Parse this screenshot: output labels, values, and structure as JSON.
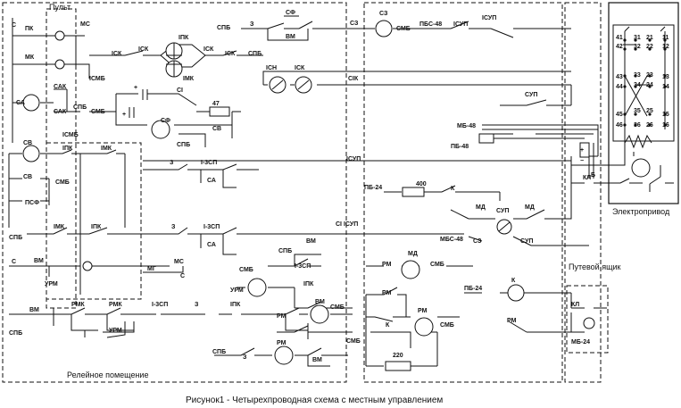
{
  "diagram": {
    "caption": "Рисунок1 - Четырехпроводная схема с местным управлением",
    "regions": {
      "console": "Пульт",
      "relay_room": "Релейное помещение",
      "track_box": "Путевой ящик",
      "drive": "Электропривод"
    },
    "labels": {
      "s1": "С",
      "pk1": "ПК",
      "ms1": "МС",
      "mk1": "МК",
      "smb1": "СМБ",
      "isk1": "IСК",
      "isk2": "IСК",
      "isk3": "IСК",
      "ipk1": "IПК",
      "imk1": "IМК",
      "spb1": "СПБ",
      "z1": "З",
      "sf1": "СФ",
      "vm1": "ВМ",
      "sz1": "СЗ",
      "smb2": "СМБ",
      "pbs48": "ПБС-48",
      "isup1": "IСУП",
      "isup2": "IСУП",
      "sa1": "СА",
      "sak1": "САК",
      "sak2": "САК",
      "spb2": "СПБ",
      "smb3": "СМБ",
      "ismb": "IСМБ",
      "ismb2": "IСМБ",
      "si1": "СI",
      "sf2": "СФ",
      "r47": "47",
      "sv1": "СВ",
      "spb3": "СПБ",
      "isn1": "IСН",
      "isk4": "IСК",
      "sik1": "СIК",
      "sup1": "СУП",
      "mb48": "МБ-48",
      "pb48": "ПБ-48",
      "isup3": "IСУП",
      "sv2": "СВ",
      "ipk2": "IПК",
      "imk2": "IМК",
      "sv3": "СВ",
      "smb4": "СМБ",
      "psf": "ПСФ",
      "z2": "З",
      "i3sp1": "I-3СП",
      "sa2": "СА",
      "pb24": "ПБ-24",
      "r400": "400",
      "k1": "К",
      "md1": "МД",
      "sup2": "СУП",
      "md2": "МД",
      "kl1": "КЛ",
      "b1": "Б",
      "imk3": "IМК",
      "ipk3": "IПК",
      "spb4": "СПБ",
      "z3": "З",
      "i3sp2": "I-3СП",
      "sa3": "СА",
      "si_isup": "СI IСУП",
      "mbs48": "МБС-48",
      "sz2": "СЗ",
      "sup3": "СУП",
      "s2": "С",
      "vm2": "ВМ",
      "ms2": "МС",
      "mg": "МГ",
      "s3": "С",
      "urm1": "УРМ",
      "spb5": "СПБ",
      "vm3": "ВМ",
      "spb6": "СПБ",
      "vm4": "ВМ",
      "i3sp3": "I-3СП",
      "ipk4": "IПК",
      "smb5": "СМБ",
      "urm2": "УРМ",
      "rm1": "РМ",
      "md3": "МД",
      "smb6": "СМБ",
      "pb24b": "ПБ-24",
      "k2": "К",
      "rm2": "РМ",
      "rmk1": "РМК",
      "rmk2": "РМК",
      "urm3": "УРМ",
      "i3sp4": "I-3СП",
      "z4": "З",
      "ipk5": "IПК",
      "rm3": "РМ",
      "vm5": "ВМ",
      "smb7": "СМБ",
      "rm4": "РМ",
      "k3": "К",
      "rm5": "РМ",
      "smb8": "СМБ",
      "spb7": "СПБ",
      "z5": "З",
      "rm6": "РМ",
      "vm6": "ВМ",
      "smb9": "СМБ",
      "r220": "220",
      "kl2": "КЛ",
      "mb24": "МБ-24",
      "t41": "41",
      "t31": "31",
      "t21": "21",
      "t11": "11",
      "t42": "42",
      "t32": "32",
      "t22": "22",
      "t12": "12",
      "t43": "43",
      "t33": "33",
      "t23": "23",
      "t13": "13",
      "t44": "44",
      "t34": "34",
      "t24": "24",
      "t14": "14",
      "t45": "45",
      "t35": "35",
      "t25": "25",
      "t15": "15",
      "t46": "46",
      "t36": "36",
      "t26": "26",
      "t16": "16",
      "plus1": "+",
      "minus1": "−",
      "plus2": "+",
      "minus2": "−"
    }
  }
}
